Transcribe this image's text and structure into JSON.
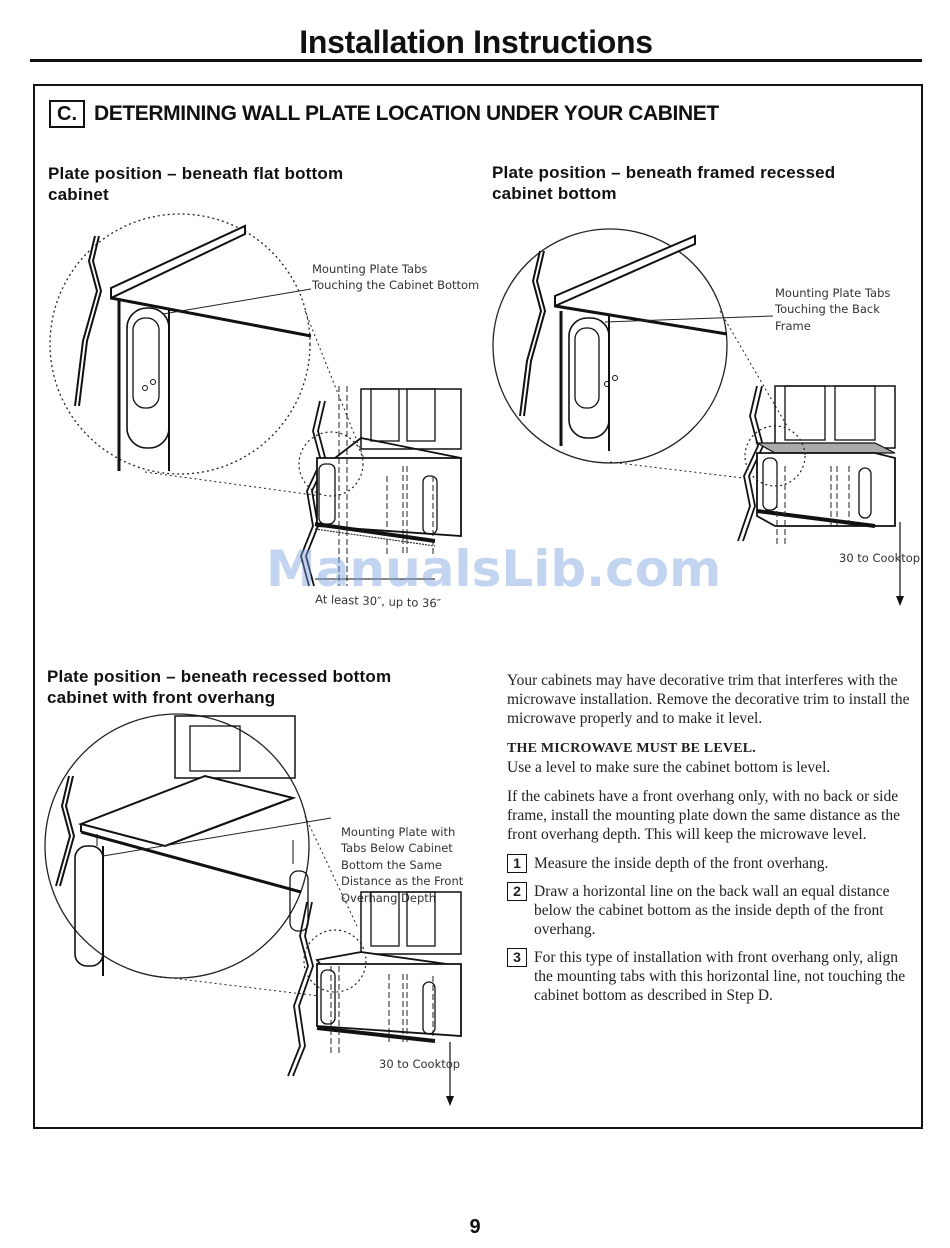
{
  "page": {
    "title": "Installation Instructions",
    "page_number": "9"
  },
  "section": {
    "letter": "C.",
    "heading": "DETERMINING WALL PLATE LOCATION UNDER YOUR CABINET"
  },
  "figures": {
    "flat": {
      "heading_line1": "Plate position – beneath flat bottom",
      "heading_line2": "cabinet",
      "callout_line1": "Mounting Plate Tabs",
      "callout_line2": "Touching the Cabinet Bottom",
      "dimension": "At least 30″, up to 36″"
    },
    "framed": {
      "heading_line1": "Plate position – beneath framed recessed",
      "heading_line2": "cabinet bottom",
      "callout_line1": "Mounting Plate Tabs",
      "callout_line2": "Touching the Back",
      "callout_line3": "Frame",
      "dimension": "30   to Cooktop"
    },
    "overhang": {
      "heading_line1": "Plate position – beneath recessed bottom",
      "heading_line2": "cabinet with front overhang",
      "callout_line1": "Mounting Plate with",
      "callout_line2": "Tabs Below Cabinet",
      "callout_line3": "Bottom the Same",
      "callout_line4": "Distance as the Front",
      "callout_line5": "Overhang Depth",
      "dimension": "30   to Cooktop"
    }
  },
  "instructions": {
    "intro": "Your cabinets may have decorative trim that interferes with the microwave installation. Remove the decorative trim to install the microwave properly and to make it level.",
    "level_heading": "THE MICROWAVE MUST BE LEVEL.",
    "level_text": "Use a level to make sure the cabinet bottom is level.",
    "overhang_text": "If the cabinets have a front overhang only, with no back or side frame, install the mounting plate down the same distance as the front overhang depth. This will keep the microwave level.",
    "steps": [
      {
        "number": "1",
        "text": "Measure the inside depth of the front overhang."
      },
      {
        "number": "2",
        "text": "Draw a horizontal line on the back wall an equal distance below the cabinet bottom as the inside depth of the front overhang."
      },
      {
        "number": "3",
        "text": "For this type of installation with front overhang only, align the mounting tabs with this horizontal line, not touching the cabinet bottom as described in Step D."
      }
    ]
  },
  "watermark": "ManualsLib.com"
}
